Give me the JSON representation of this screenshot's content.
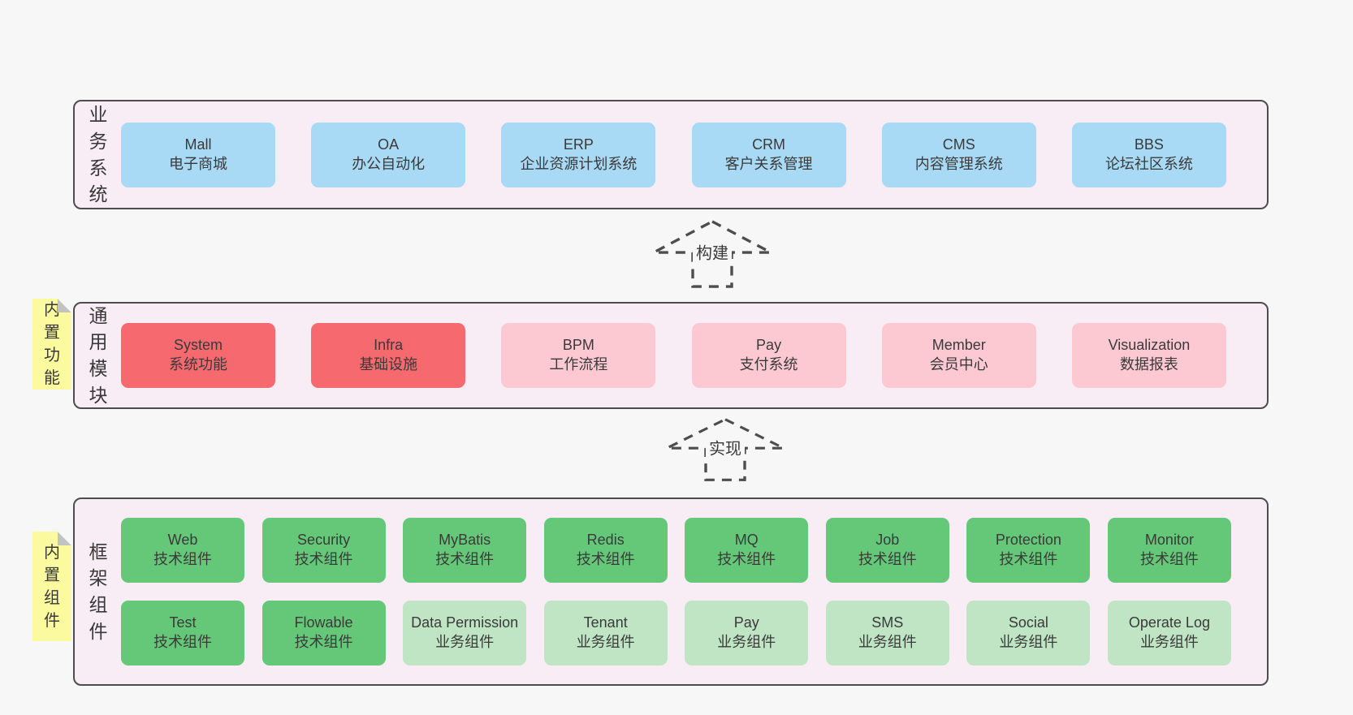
{
  "colors": {
    "page_bg": "#f7f7f7",
    "band_bg": "#f8edf5",
    "line": "#4d4d4d",
    "blue": "#a9daf5",
    "red": "#f5696f",
    "pink": "#fcc9d2",
    "green": "#64c878",
    "lightgreen": "#bfe5c4",
    "note_yellow": "#fbfa9e"
  },
  "arrows": {
    "build": "构建",
    "implement": "实现"
  },
  "layers": {
    "business": {
      "label": "业务系统",
      "boxes": [
        {
          "en": "Mall",
          "zh": "电子商城"
        },
        {
          "en": "OA",
          "zh": "办公自动化"
        },
        {
          "en": "ERP",
          "zh": "企业资源计划系统"
        },
        {
          "en": "CRM",
          "zh": "客户关系管理"
        },
        {
          "en": "CMS",
          "zh": "内容管理系统"
        },
        {
          "en": "BBS",
          "zh": "论坛社区系统"
        }
      ]
    },
    "common": {
      "label": "通用模块",
      "note": "内置功能",
      "boxes": [
        {
          "en": "System",
          "zh": "系统功能",
          "variant": "red"
        },
        {
          "en": "Infra",
          "zh": "基础设施",
          "variant": "red"
        },
        {
          "en": "BPM",
          "zh": "工作流程",
          "variant": "pink"
        },
        {
          "en": "Pay",
          "zh": "支付系统",
          "variant": "pink"
        },
        {
          "en": "Member",
          "zh": "会员中心",
          "variant": "pink"
        },
        {
          "en": "Visualization",
          "zh": "数据报表",
          "variant": "pink"
        }
      ]
    },
    "framework": {
      "label": "框架组件",
      "note": "内置组件",
      "rows": [
        [
          {
            "en": "Web",
            "zh": "技术组件",
            "variant": "green"
          },
          {
            "en": "Security",
            "zh": "技术组件",
            "variant": "green"
          },
          {
            "en": "MyBatis",
            "zh": "技术组件",
            "variant": "green"
          },
          {
            "en": "Redis",
            "zh": "技术组件",
            "variant": "green"
          },
          {
            "en": "MQ",
            "zh": "技术组件",
            "variant": "green"
          },
          {
            "en": "Job",
            "zh": "技术组件",
            "variant": "green"
          },
          {
            "en": "Protection",
            "zh": "技术组件",
            "variant": "green"
          },
          {
            "en": "Monitor",
            "zh": "技术组件",
            "variant": "green"
          }
        ],
        [
          {
            "en": "Test",
            "zh": "技术组件",
            "variant": "green"
          },
          {
            "en": "Flowable",
            "zh": "技术组件",
            "variant": "green"
          },
          {
            "en": "Data Permission",
            "zh": "业务组件",
            "variant": "lightgreen"
          },
          {
            "en": "Tenant",
            "zh": "业务组件",
            "variant": "lightgreen"
          },
          {
            "en": "Pay",
            "zh": "业务组件",
            "variant": "lightgreen"
          },
          {
            "en": "SMS",
            "zh": "业务组件",
            "variant": "lightgreen"
          },
          {
            "en": "Social",
            "zh": "业务组件",
            "variant": "lightgreen"
          },
          {
            "en": "Operate Log",
            "zh": "业务组件",
            "variant": "lightgreen"
          }
        ]
      ]
    }
  }
}
